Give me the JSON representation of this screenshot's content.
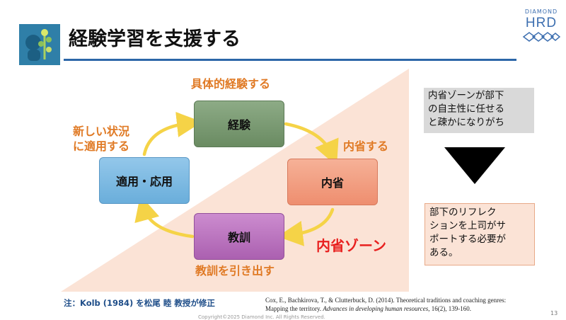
{
  "header": {
    "title": "経験学習を支援する",
    "brand_top": "DIAMOND",
    "brand_main": "HRD"
  },
  "cycle": {
    "experience": "経験",
    "reflection": "内省",
    "lesson": "教訓",
    "apply": "適用・応用"
  },
  "labels": {
    "top": "具体的経験する",
    "right": "内省する",
    "bottom": "教訓を引き出す",
    "left_line1": "新しい状況",
    "left_line2": "に適用する",
    "zone": "内省ゾーン"
  },
  "notes": {
    "gray_lines": [
      "内省ゾーンが部下",
      "の自主性に任せる",
      "と疎かになりがち"
    ],
    "peach_lines": [
      "部下のリフレク",
      "ションを上司がサ",
      "ポートする必要が",
      "ある。"
    ]
  },
  "footer": {
    "footnote": "注：Kolb (1984) を松尾 睦 教授が修正",
    "citation_line1": "Cox, E., Bachkirova, T., & Clutterbuck, D. (2014). Theoretical traditions and coaching genres:",
    "citation_line2a": "Mapping the territory. ",
    "citation_journal": "Advances in developing human resources",
    "citation_line2b": ", 16(2), 139-160.",
    "page_number": "13",
    "copyright": "Copyright©2025 Diamond Inc. All Rights Reserved."
  },
  "colors": {
    "accent_blue": "#2c67a8",
    "orange_text": "#e07a25",
    "zone_red": "#e8201f",
    "triangle_fill": "#fbe3d6",
    "arrow_yellow": "#f5d347"
  }
}
